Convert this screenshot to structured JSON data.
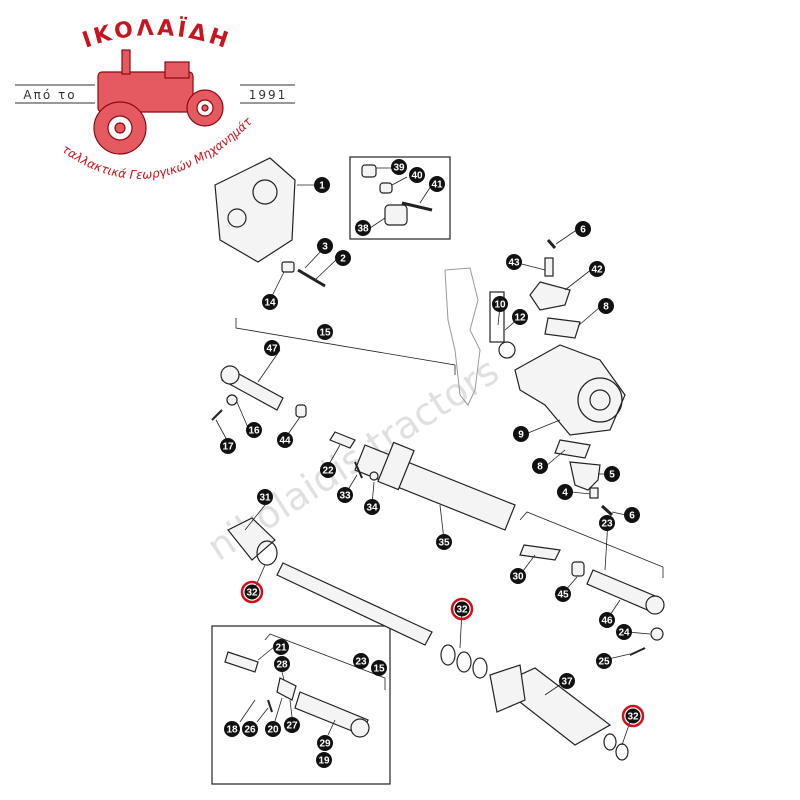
{
  "logo": {
    "title": "ΝΙΚΟΛΑΪΔΗΣ",
    "left_text": "Από το",
    "right_text": "1991",
    "arc_text": "Ανταλλακτικά Γεωργικών Μηχανημάτων",
    "color": "#c8141e"
  },
  "watermark": "nikolaidis tractors",
  "callouts": {
    "c1": "1",
    "c2": "2",
    "c3": "3",
    "c4": "4",
    "c5": "5",
    "c6a": "6",
    "c6b": "6",
    "c8a": "8",
    "c8b": "8",
    "c9": "9",
    "c10": "10",
    "c12": "12",
    "c14": "14",
    "c15a": "15",
    "c16": "16",
    "c17": "17",
    "c22": "22",
    "c23a": "23",
    "c24": "24",
    "c25": "25",
    "c30": "30",
    "c31": "31",
    "c32a": "32",
    "c32b": "32",
    "c32c": "32",
    "c33": "33",
    "c34": "34",
    "c35": "35",
    "c37": "37",
    "c38": "38",
    "c39": "39",
    "c40": "40",
    "c41": "41",
    "c42": "42",
    "c43": "43",
    "c44": "44",
    "c45": "45",
    "c46": "46",
    "c47": "47",
    "i15": "15",
    "i18": "18",
    "i19": "19",
    "i20": "20",
    "i21": "21",
    "i23": "23",
    "i26": "26",
    "i27": "27",
    "i28": "28",
    "i29": "29"
  },
  "highlight_color": "#d0101a"
}
